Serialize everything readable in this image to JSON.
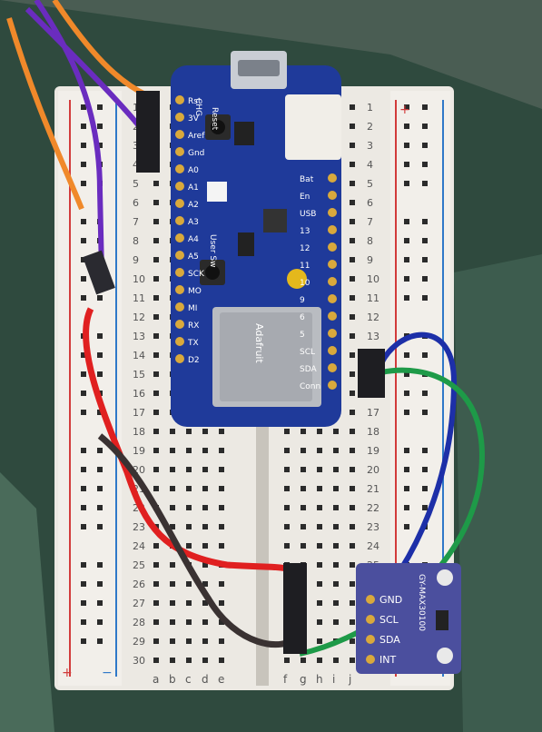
{
  "breadboard": {
    "rows": [
      "1",
      "2",
      "3",
      "4",
      "5",
      "6",
      "7",
      "8",
      "9",
      "10",
      "11",
      "12",
      "13",
      "14",
      "15",
      "16",
      "17",
      "18",
      "19",
      "20",
      "21",
      "22",
      "23",
      "24",
      "25",
      "26",
      "27",
      "28",
      "29",
      "30"
    ],
    "columns": [
      "a",
      "b",
      "c",
      "d",
      "e",
      "f",
      "g",
      "h",
      "i",
      "j"
    ],
    "rail_plus": "+",
    "rail_minus": "−"
  },
  "feather": {
    "brand": "Adafruit",
    "left_pins": [
      "Rst",
      "3V",
      "Aref",
      "Gnd",
      "A0",
      "A1",
      "A2",
      "A3",
      "A4",
      "A5",
      "SCK",
      "MO",
      "MI",
      "RX",
      "TX",
      "D2"
    ],
    "right_pins": [
      "Bat",
      "En",
      "USB",
      "13",
      "12",
      "11",
      "10",
      "9",
      "6",
      "5",
      "SCL",
      "SDA",
      "Conn"
    ],
    "chg_label": "CHG",
    "reset_label": "Reset",
    "user_sw_label": "User Sw"
  },
  "sensor": {
    "model": "GY-MAX30100",
    "pins": [
      "GND",
      "SCL",
      "SDA",
      "INT"
    ]
  },
  "colors": {
    "board_blue": "#1f3a9a",
    "wire_red": "#e02020",
    "wire_green": "#1e9a48",
    "wire_blue": "#1d2fa8",
    "wire_purple": "#6a2cbf",
    "wire_orange": "#f0892a",
    "wire_black": "#3a3232"
  }
}
